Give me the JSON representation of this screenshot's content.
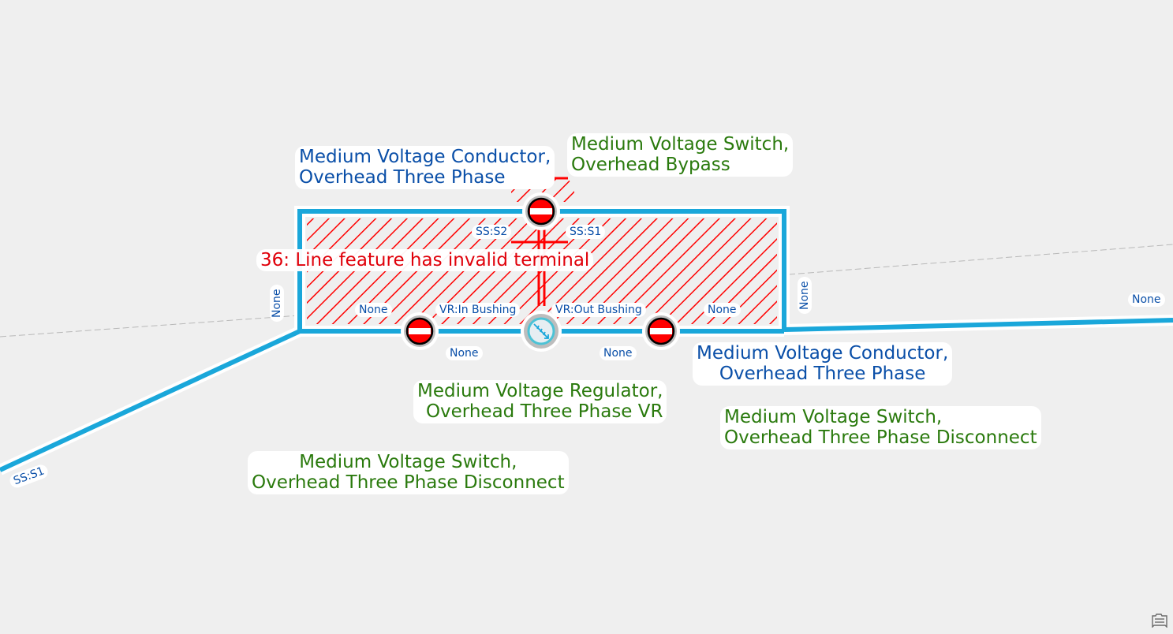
{
  "colors": {
    "conductor": "#1aa7da",
    "error": "#ff0000",
    "label_blue": "#0a4fa8",
    "label_green": "#2a7a0d",
    "background": "#efefef"
  },
  "error_message": "36: Line feature has invalid terminal",
  "feature_labels": {
    "conductor_top": [
      "Medium Voltage Conductor,",
      "Overhead Three Phase"
    ],
    "switch_bypass": [
      "Medium Voltage Switch,",
      "Overhead Bypass"
    ],
    "conductor_right": [
      "Medium Voltage Conductor,",
      "Overhead Three Phase"
    ],
    "switch_right": [
      "Medium Voltage Switch,",
      "Overhead Three Phase Disconnect"
    ],
    "regulator": [
      "Medium Voltage Regulator,",
      "Overhead Three Phase VR"
    ],
    "switch_left": [
      "Medium Voltage Switch,",
      "Overhead Three Phase Disconnect"
    ]
  },
  "terminal_labels": {
    "ss_s2": "SS:S2",
    "ss_s1_top": "SS:S1",
    "vr_in": "VR:In Bushing",
    "vr_out": "VR:Out Bushing",
    "none_left_upper": "None",
    "none_right_upper": "None",
    "none_left_lower": "None",
    "none_right_lower": "None",
    "none_vertical_left": "None",
    "none_vertical_right": "None",
    "none_far_right": "None",
    "ss_s1_bottom_left": "SS:S1"
  },
  "icons": {
    "switch": "switch-disconnect-icon",
    "regulator": "voltage-regulator-icon",
    "status": "map-status-icon"
  }
}
